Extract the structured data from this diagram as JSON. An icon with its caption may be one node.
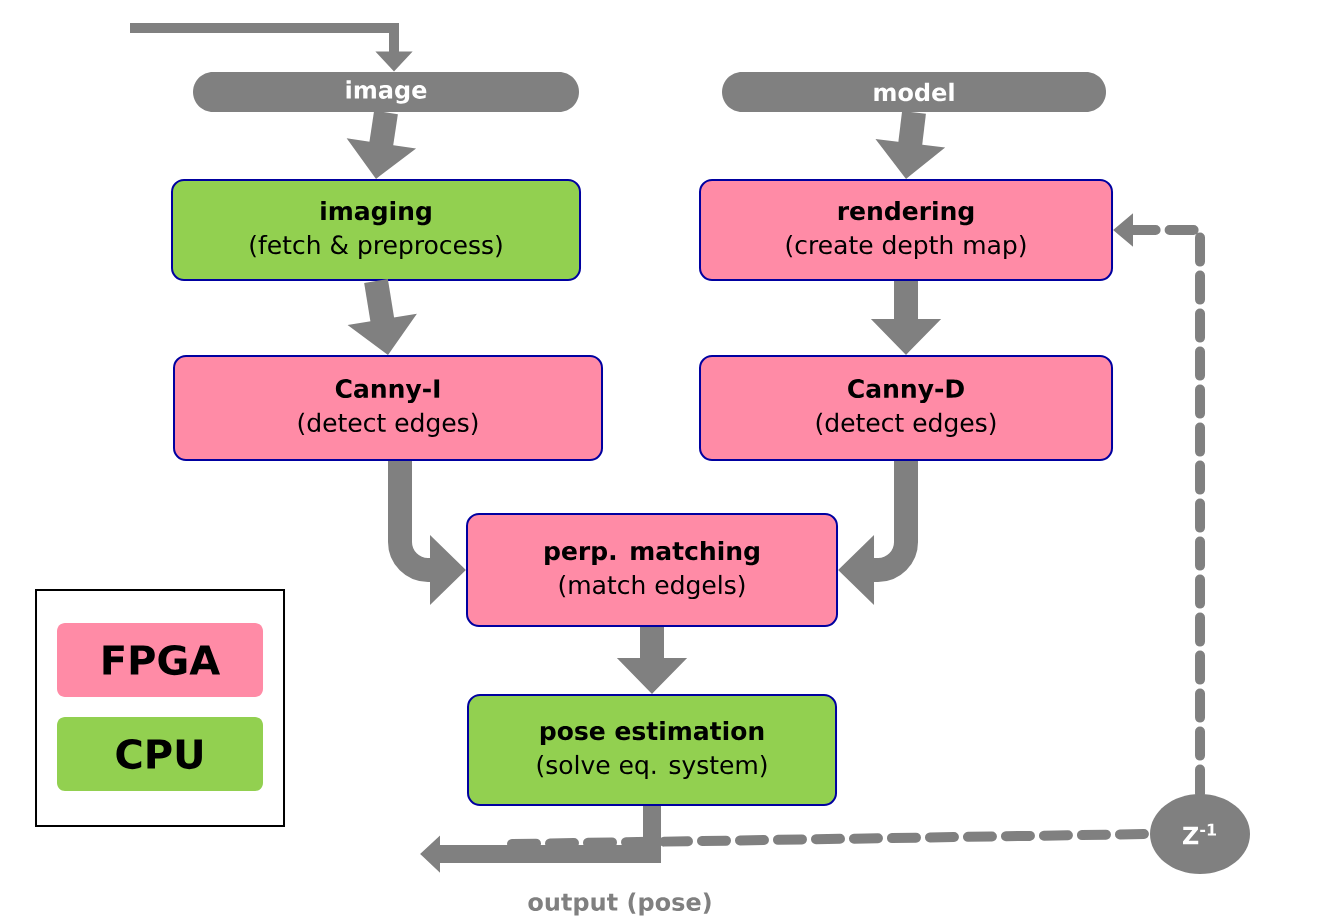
{
  "diagram": {
    "nodes": [
      {
        "text": [
          "image"
        ]
      },
      {
        "text": [
          "model"
        ]
      },
      {
        "text": [
          "imaging",
          "(fetch & preprocess)"
        ]
      },
      {
        "text": [
          "rendering",
          "(create depth map)"
        ]
      },
      {
        "text": [
          "Canny-I",
          "(detect edges)"
        ]
      },
      {
        "text": [
          "Canny-D",
          "(detect edges)"
        ]
      },
      {
        "text": [
          "perp. matching",
          "(match edgels)"
        ]
      },
      {
        "text": [
          "pose estimation",
          "(solve eq. system)"
        ]
      },
      {
        "text": [
          "Z$^{-1}$"
        ]
      }
    ],
    "edges": [
      {
        "from": null,
        "to": 0,
        "arrow": "to"
      },
      {
        "from": 0,
        "to": 2,
        "arrow": "to"
      },
      {
        "from": 1,
        "to": 3,
        "arrow": "to"
      },
      {
        "from": 2,
        "to": 4,
        "arrow": "to"
      },
      {
        "from": 3,
        "to": 5,
        "arrow": "to"
      },
      {
        "from": 4,
        "to": 6,
        "arrow": "to"
      },
      {
        "from": 5,
        "to": 6,
        "arrow": "to"
      },
      {
        "from": 6,
        "to": 7,
        "arrow": "to"
      },
      {
        "from": 7,
        "to": null,
        "arrow": "to"
      },
      {
        "from": 7,
        "to": 8,
        "arrow": "none",
        "style": "dashed"
      },
      {
        "from": 8,
        "to": 3,
        "arrow": "to",
        "style": "dashed"
      }
    ],
    "labels": [
      "output (pose)"
    ],
    "legend": [
      {
        "text": "FPGA",
        "color": "#ff8ba6"
      },
      {
        "text": "CPU",
        "color": "#92d050"
      }
    ]
  }
}
